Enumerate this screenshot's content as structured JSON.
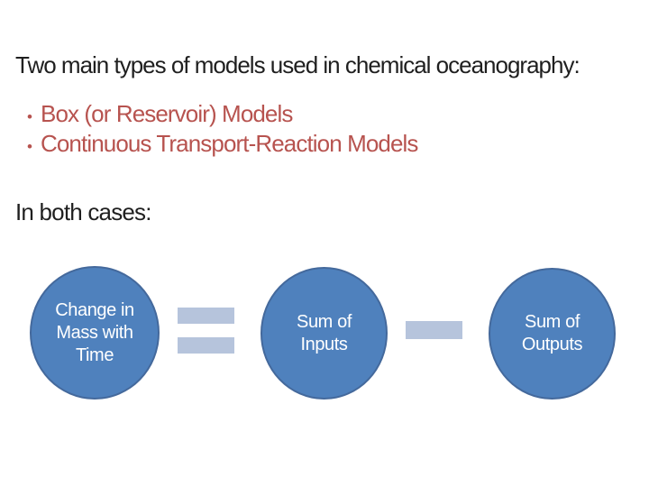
{
  "slide": {
    "title": "Two main types of models used in chemical oceanography:",
    "bullet_glyph": "•",
    "bullets": [
      {
        "label": "Box (or Reservoir) Models"
      },
      {
        "label": "Continuous Transport-Reaction Models"
      }
    ],
    "subheading": "In both cases:",
    "equation": {
      "terms": [
        {
          "label": "Change in Mass with Time"
        },
        {
          "label": "Sum of Inputs"
        },
        {
          "label": "Sum of Outputs"
        }
      ],
      "operators": [
        {
          "name": "equals-sign",
          "symbol": "="
        },
        {
          "name": "minus-sign",
          "symbol": "−"
        }
      ]
    },
    "colors": {
      "background": "#ffffff",
      "text_black": "#1f1f1f",
      "text_red": "#b7534f",
      "circle_blue": "#4f81bd",
      "circle_border": "#44699c",
      "operator_light_blue": "#b6c4dc",
      "circle_text": "#ffffff"
    }
  }
}
